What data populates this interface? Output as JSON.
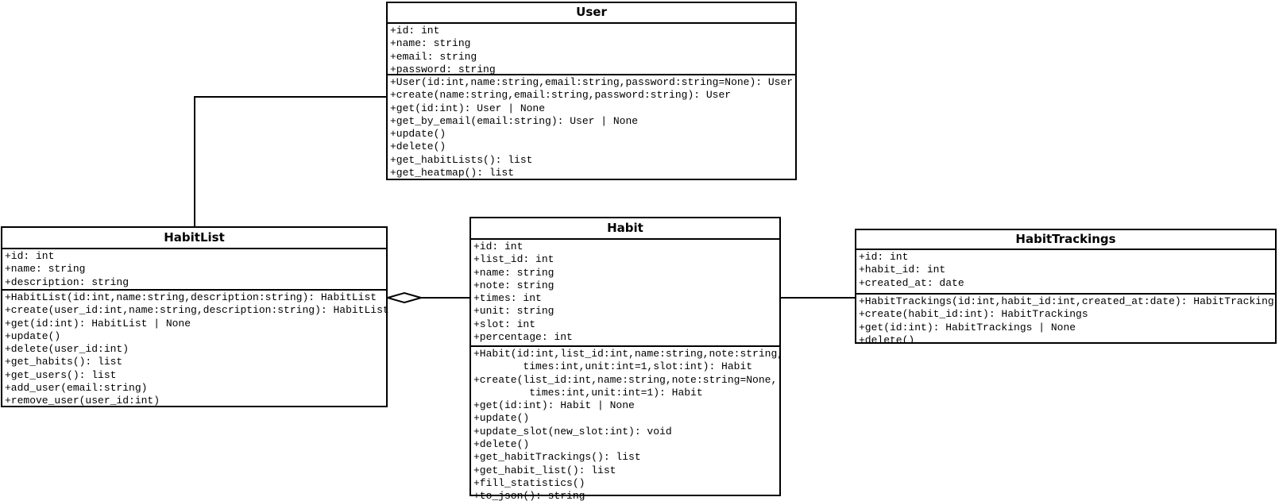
{
  "diagram": {
    "type": "uml-class-diagram",
    "colors": {
      "background": "#ffffff",
      "box_fill": "#ffffff",
      "line": "#000000",
      "text": "#000000"
    },
    "classes": [
      {
        "name": "User",
        "attributes": [
          "+id: int",
          "+name: string",
          "+email: string",
          "+password: string"
        ],
        "methods": [
          "+User(id:int,name:string,email:string,password:string=None): User",
          "+create(name:string,email:string,password:string): User",
          "+get(id:int): User | None",
          "+get_by_email(email:string): User | None",
          "+update()",
          "+delete()",
          "+get_habitLists(): list",
          "+get_heatmap(): list"
        ]
      },
      {
        "name": "HabitList",
        "attributes": [
          "+id: int",
          "+name: string",
          "+description: string"
        ],
        "methods": [
          "+HabitList(id:int,name:string,description:string): HabitList",
          "+create(user_id:int,name:string,description:string): HabitList",
          "+get(id:int): HabitList | None",
          "+update()",
          "+delete(user_id:int)",
          "+get_habits(): list",
          "+get_users(): list",
          "+add_user(email:string)",
          "+remove_user(user_id:int)"
        ]
      },
      {
        "name": "Habit",
        "attributes": [
          "+id: int",
          "+list_id: int",
          "+name: string",
          "+note: string",
          "+times: int",
          "+unit: string",
          "+slot: int",
          "+percentage: int"
        ],
        "methods": [
          "+Habit(id:int,list_id:int,name:string,note:string,",
          "        times:int,unit:int=1,slot:int): Habit",
          "+create(list_id:int,name:string,note:string=None,",
          "         times:int,unit:int=1): Habit",
          "+get(id:int): Habit | None",
          "+update()",
          "+update_slot(new_slot:int): void",
          "+delete()",
          "+get_habitTrackings(): list",
          "+get_habit_list(): list",
          "+fill_statistics()",
          "+to_json(): string"
        ]
      },
      {
        "name": "HabitTrackings",
        "attributes": [
          "+id: int",
          "+habit_id: int",
          "+created_at: date"
        ],
        "methods": [
          "+HabitTrackings(id:int,habit_id:int,created_at:date): HabitTrackings",
          "+create(habit_id:int): HabitTrackings",
          "+get(id:int): HabitTrackings | None",
          "+delete()"
        ]
      }
    ],
    "relationships": [
      {
        "from": "User",
        "to": "HabitList",
        "type": "association"
      },
      {
        "from": "HabitList",
        "to": "Habit",
        "type": "aggregation",
        "diamond_at": "HabitList"
      },
      {
        "from": "Habit",
        "to": "HabitTrackings",
        "type": "association"
      }
    ]
  }
}
